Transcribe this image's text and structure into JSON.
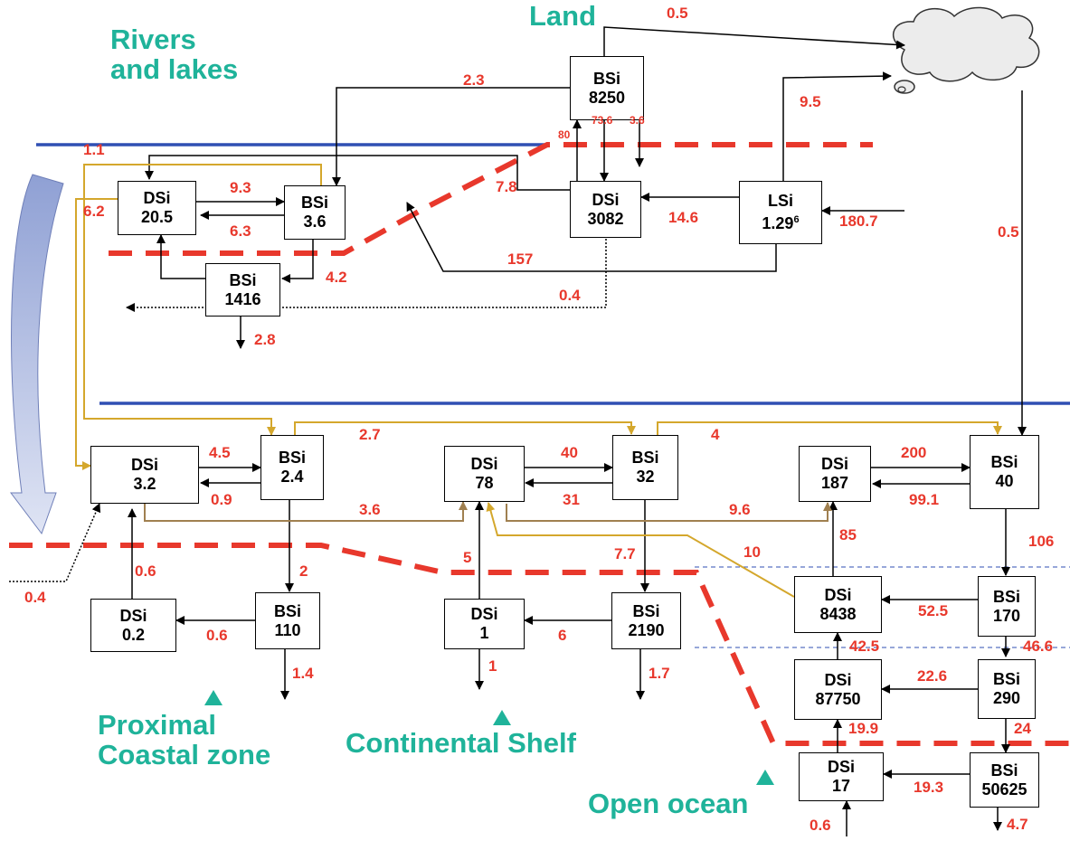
{
  "zones": {
    "land": "Land",
    "rivers_line1": "Rivers",
    "rivers_line2": "and lakes",
    "proximal_line1": "Proximal",
    "proximal_line2": "Coastal zone",
    "shelf": "Continental Shelf",
    "ocean": "Open ocean"
  },
  "boxes": {
    "land_bsi": {
      "species": "BSi",
      "value": "8250"
    },
    "land_dsi": {
      "species": "DSi",
      "value": "3082"
    },
    "land_lsi": {
      "species": "LSi",
      "value": "1.29",
      "sup": "6"
    },
    "river_dsi": {
      "species": "DSi",
      "value": "20.5"
    },
    "river_bsi": {
      "species": "BSi",
      "value": "3.6"
    },
    "river_sed_bsi": {
      "species": "BSi",
      "value": "1416"
    },
    "coastal_dsi": {
      "species": "DSi",
      "value": "3.2"
    },
    "coastal_bsi": {
      "species": "BSi",
      "value": "2.4"
    },
    "coastal_sed_dsi": {
      "species": "DSi",
      "value": "0.2"
    },
    "coastal_sed_bsi": {
      "species": "BSi",
      "value": "110"
    },
    "shelf_dsi": {
      "species": "DSi",
      "value": "78"
    },
    "shelf_bsi": {
      "species": "BSi",
      "value": "32"
    },
    "shelf_sed_dsi": {
      "species": "DSi",
      "value": "1"
    },
    "shelf_sed_bsi": {
      "species": "BSi",
      "value": "2190"
    },
    "ocean_surf_dsi": {
      "species": "DSi",
      "value": "187"
    },
    "ocean_surf_bsi": {
      "species": "BSi",
      "value": "40"
    },
    "ocean_mid_dsi": {
      "species": "DSi",
      "value": "8438"
    },
    "ocean_mid_bsi": {
      "species": "BSi",
      "value": "170"
    },
    "ocean_deep_dsi": {
      "species": "DSi",
      "value": "87750"
    },
    "ocean_deep_bsi": {
      "species": "BSi",
      "value": "290"
    },
    "ocean_sed_dsi": {
      "species": "DSi",
      "value": "17"
    },
    "ocean_sed_bsi": {
      "species": "BSi",
      "value": "50625"
    }
  },
  "fluxes": {
    "bsi_to_atmosphere": "0.5",
    "land_bsi_to_river_bsi": "2.3",
    "lsi_to_atmosphere": "9.5",
    "land_73_6": "73.6",
    "land_3_6": "3.6",
    "land_80": "80",
    "river_1_1": "1.1",
    "river_6_2": "6.2",
    "river_9_3": "9.3",
    "river_6_3": "6.3",
    "land_7_8": "7.8",
    "lsi_to_dsi": "14.6",
    "lsi_input": "180.7",
    "atmosphere_to_ocean": "0.5",
    "lsi_157": "157",
    "river_4_2": "4.2",
    "land_0_4": "0.4",
    "river_burial": "2.8",
    "coastal_4_5": "4.5",
    "coastal_0_9": "0.9",
    "coastal_to_shelf_bsi": "2.7",
    "coastal_3_6": "3.6",
    "coastal_sink": "2",
    "coastal_0_6_up": "0.6",
    "coastal_0_6": "0.6",
    "coastal_0_4": "0.4",
    "coastal_burial": "1.4",
    "shelf_40": "40",
    "shelf_31": "31",
    "shelf_to_ocean_bsi": "4",
    "shelf_9_6": "9.6",
    "shelf_5": "5",
    "shelf_7_7": "7.7",
    "shelf_6": "6",
    "shelf_1": "1",
    "shelf_burial": "1.7",
    "ocean_10": "10",
    "ocean_200": "200",
    "ocean_99_1": "99.1",
    "ocean_85": "85",
    "ocean_106": "106",
    "ocean_52_5": "52.5",
    "ocean_42_5": "42.5",
    "ocean_46_6": "46.6",
    "ocean_22_6": "22.6",
    "ocean_19_9": "19.9",
    "ocean_24": "24",
    "ocean_19_3": "19.3",
    "ocean_0_6": "0.6",
    "ocean_burial": "4.7"
  },
  "colors": {
    "flux_label": "#e8382c",
    "zone_label": "#1fb39a",
    "boundary_dash": "#e8382c",
    "interface_line": "#2f4fb3",
    "gold_flow": "#d4a72c",
    "brown_flow": "#a08050",
    "cloud": "#ececec"
  },
  "icons": [
    "cloud-icon",
    "big-arrow-icon",
    "triangle-marker-icon"
  ]
}
